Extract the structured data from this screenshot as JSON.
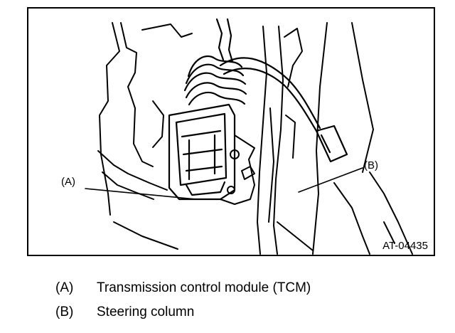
{
  "figure": {
    "callout_a": "(A)",
    "callout_b": "(B)",
    "figure_id": "AT-04435"
  },
  "legend": [
    {
      "key": "(A)",
      "text": "Transmission control module (TCM)"
    },
    {
      "key": "(B)",
      "text": "Steering column"
    }
  ]
}
